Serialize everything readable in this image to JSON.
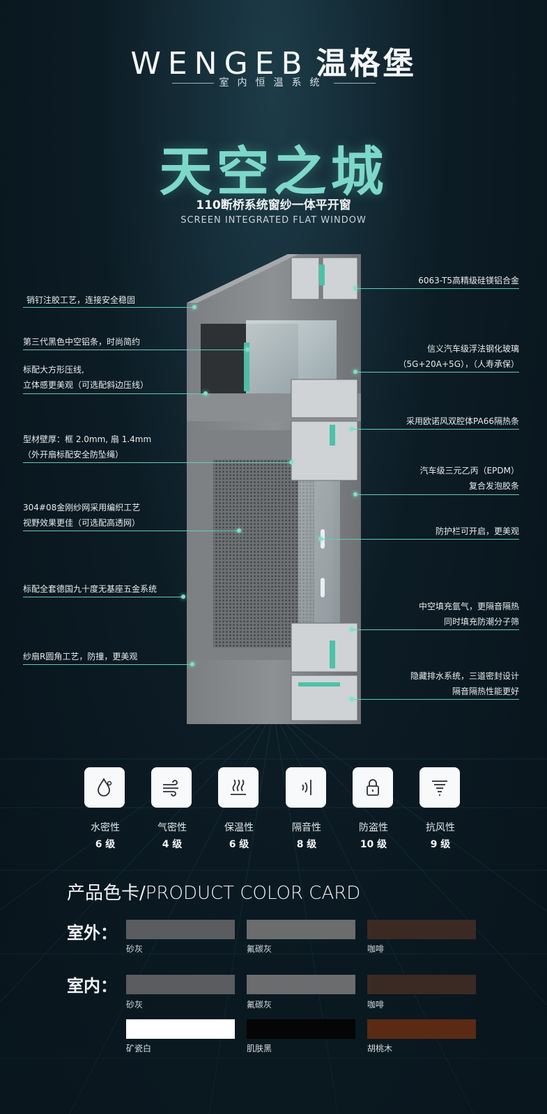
{
  "brand": {
    "logo_en": "WENGEB",
    "logo_cn": "温格堡",
    "tagline": "室内恒温系统"
  },
  "hero": {
    "title": "天空之城",
    "subtitle": "110断桥系统窗纱一体平开窗",
    "subtitle_en": "SCREEN INTEGRATED FLAT WINDOW"
  },
  "annotations_left": [
    {
      "lines": [
        "销钉注胶工艺，连接安全稳固"
      ]
    },
    {
      "lines": [
        "第三代黑色中空铝条，时尚简约"
      ]
    },
    {
      "lines": [
        "标配大方形压线,",
        "立体感更美观（可选配斜边压线）"
      ]
    },
    {
      "lines": [
        "型材壁厚：框 2.0mm, 扇 1.4mm",
        "（外开扇标配安全防坠绳）"
      ]
    },
    {
      "lines": [
        "304#08金刚纱网采用编织工艺",
        "视野效果更佳（可选配高透网）"
      ]
    },
    {
      "lines": [
        "标配全套德国九十度无基座五金系统"
      ]
    },
    {
      "lines": [
        "纱扇R圆角工艺，防撞，更美观"
      ]
    }
  ],
  "annotations_right": [
    {
      "lines": [
        "6063-T5高精级硅镁铝合金"
      ]
    },
    {
      "lines": [
        "信义汽车级浮法钢化玻璃",
        "（5G+20A+5G），（人寿承保）"
      ]
    },
    {
      "lines": [
        "采用欧诺风双腔体PA66隔热条"
      ]
    },
    {
      "lines": [
        "汽车级三元乙丙（EPDM）",
        "复合发泡胶条"
      ]
    },
    {
      "lines": [
        "防护栏可开启，更美观"
      ]
    },
    {
      "lines": [
        "中空填充氩气，更隔音隔热",
        "同时填充防潮分子筛"
      ]
    },
    {
      "lines": [
        "隐藏排水系统，三道密封设计",
        "隔音隔热性能更好"
      ]
    }
  ],
  "features": [
    {
      "icon": "water-drop-icon",
      "label": "水密性",
      "level": "6 级"
    },
    {
      "icon": "wind-icon",
      "label": "气密性",
      "level": "4 级"
    },
    {
      "icon": "heat-icon",
      "label": "保温性",
      "level": "6 级"
    },
    {
      "icon": "sound-icon",
      "label": "隔音性",
      "level": "8 级"
    },
    {
      "icon": "lock-icon",
      "label": "防盗性",
      "level": "10 级"
    },
    {
      "icon": "tornado-icon",
      "label": "抗风性",
      "level": "9 级"
    }
  ],
  "color_card": {
    "title_cn": "产品色卡/",
    "title_en": "PRODUCT COLOR CARD",
    "outdoor_label": "室外：",
    "indoor_label": "室内：",
    "outdoor": [
      {
        "name": "砂灰",
        "color": "#5a5c5f"
      },
      {
        "name": "氟碳灰",
        "color": "#6b6c6d"
      },
      {
        "name": "咖啡",
        "color": "#3b2a24"
      }
    ],
    "indoor": [
      {
        "name": "砂灰",
        "color": "#5a5c5f"
      },
      {
        "name": "氟碳灰",
        "color": "#6b6c6d"
      },
      {
        "name": "咖啡",
        "color": "#3b2a24"
      },
      {
        "name": "矿瓷白",
        "color": "#ffffff"
      },
      {
        "name": "肌肤黑",
        "color": "#050505"
      },
      {
        "name": "胡桃木",
        "color": "#5a2a14"
      }
    ]
  },
  "colors": {
    "accent": "#7ed8c9",
    "line": "#62cdb8"
  }
}
